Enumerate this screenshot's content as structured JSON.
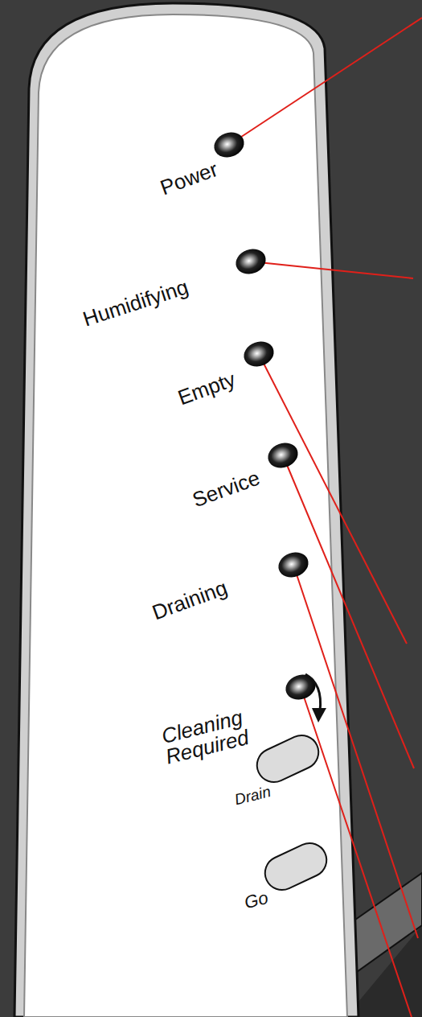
{
  "diagram": {
    "labels": [
      "Power",
      "Humidifying",
      "Empty",
      "Service",
      "Draining",
      "Cleaning Required",
      "Drain",
      "Go"
    ]
  }
}
